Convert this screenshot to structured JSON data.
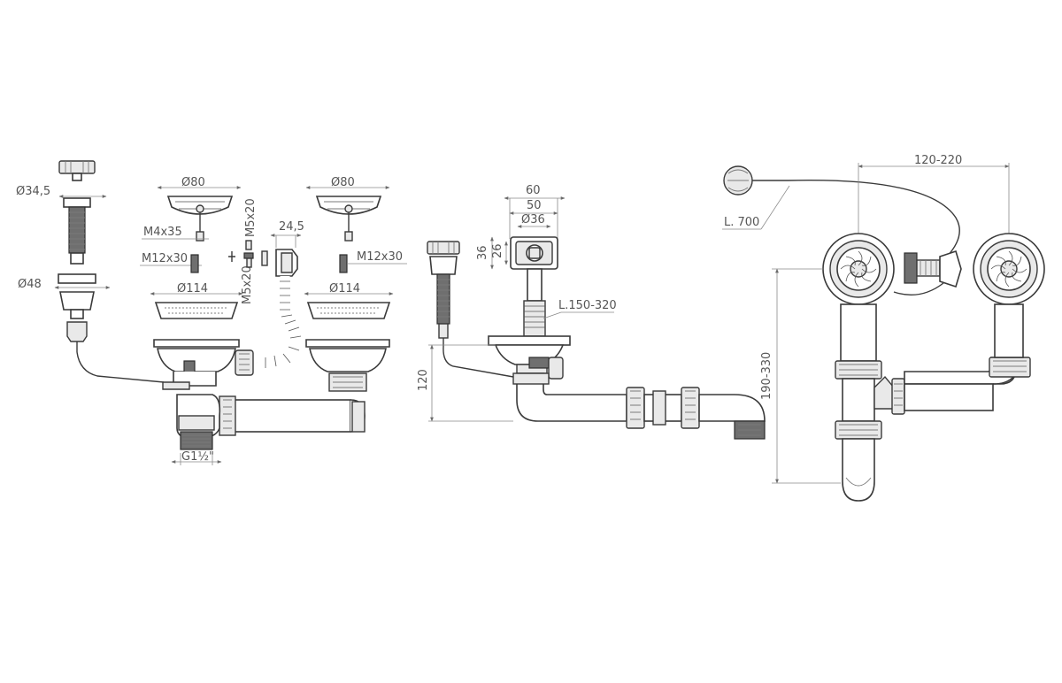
{
  "diagram": {
    "labels": {
      "d34_5": "Ø34,5",
      "d48": "Ø48",
      "d80_left": "Ø80",
      "d80_right": "Ø80",
      "m4x35": "M4x35",
      "m12x30_left": "M12x30",
      "m12x30_right": "M12x30",
      "m5x20_top": "M5x20",
      "m5x20_bottom": "M5x20",
      "d24_5": "24,5",
      "d114_left": "Ø114",
      "d114_right": "Ø114",
      "g1_5": "G1½\"",
      "d60": "60",
      "d50": "50",
      "d36": "Ø36",
      "h36": "36",
      "h26": "26",
      "l150_320": "L.150-320",
      "h120": "120",
      "l700": "L. 700",
      "w120_220": "120-220",
      "h190_330": "190-330"
    }
  }
}
